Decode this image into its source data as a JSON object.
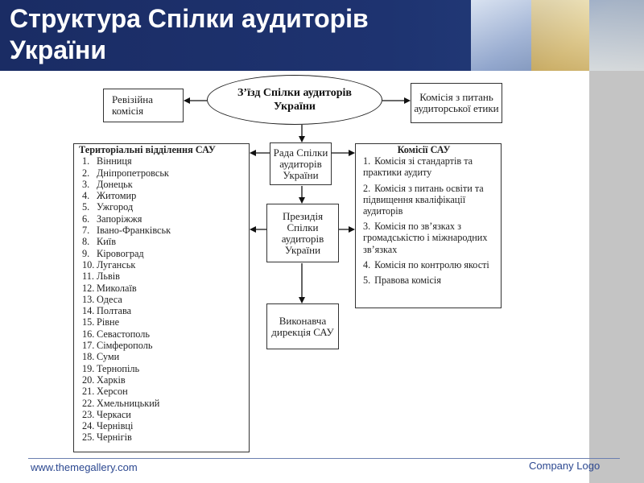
{
  "slide": {
    "title_line1": "Структура Спілки аудиторів",
    "title_line2": "України",
    "footer_url": "www.themegallery.com",
    "footer_logo": "Company Logo"
  },
  "diagram": {
    "congress": "З’їзд Спілки аудиторів України",
    "audit_commission": "Ревізійна комісія",
    "ethics_commission": "Комісія з питань аудиторської етики",
    "council": "Рада Спілки аудиторів України",
    "presidium": "Президія Спілки аудиторів України",
    "executive": "Виконавча дирекція САУ",
    "territorial": {
      "title": "Територіальні відділення САУ",
      "items": [
        "Вінниця",
        "Дніпропетровськ",
        "Донецьк",
        "Житомир",
        "Ужгород",
        "Запоріжжя",
        "Івано-Франківськ",
        "Київ",
        "Кіровоград",
        "Луганськ",
        "Львів",
        "Миколаїв",
        "Одеса",
        "Полтава",
        "Рівне",
        "Севастополь",
        "Сімферополь",
        "Суми",
        "Тернопіль",
        "Харків",
        "Херсон",
        "Хмельницький",
        "Черкаси",
        "Чернівці",
        "Чернігів"
      ]
    },
    "commissions": {
      "title": "Комісії САУ",
      "items": [
        "Комісія зі стандартів та практики аудиту",
        "Комісія з питань освіти та підвищення кваліфікації аудиторів",
        "Комісія по зв’язках з громадськістю і міжнародних зв’язках",
        "Комісія по контролю якості",
        "Правова комісія"
      ]
    }
  },
  "colors": {
    "header": "#1a2c64",
    "sidebar": "#c4c4c4",
    "footer_text": "#2c4890"
  }
}
